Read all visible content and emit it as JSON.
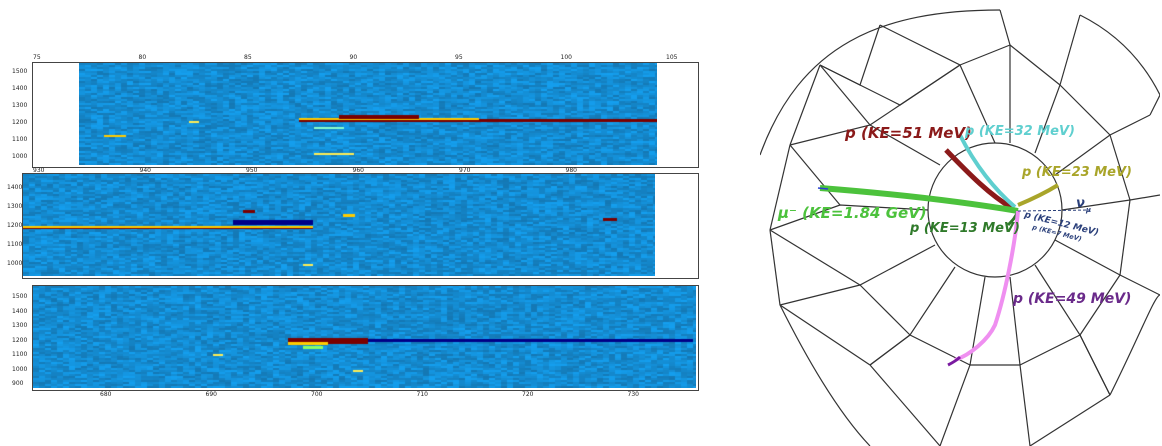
{
  "panels": [
    {
      "x_ticks": [
        "75",
        "80",
        "85",
        "90",
        "95",
        "100",
        "105"
      ],
      "x_ticks_bottom": [
        "930",
        "940",
        "950",
        "960",
        "970",
        "980"
      ],
      "y_ticks": [
        "1500",
        "1400",
        "1300",
        "1200",
        "1100",
        "1000"
      ]
    },
    {
      "y_ticks": [
        "1400",
        "1300",
        "1200",
        "1100",
        "1000"
      ]
    },
    {
      "x_ticks": [
        "680",
        "690",
        "700",
        "710",
        "720",
        "730"
      ],
      "y_ticks": [
        "1500",
        "1400",
        "1300",
        "1200",
        "1100",
        "1000",
        "900"
      ]
    }
  ],
  "tracks": {
    "proton_51": "p (KE=51 MeV)",
    "proton_32": "p (KE=32 MeV)",
    "proton_23": "p (KE=23 MeV)",
    "muon": "μ⁻ (KE=1.84 GeV)",
    "proton_13": "p (KE=13 MeV)",
    "proton_12": "p (KE=12 MeV)",
    "proton_7": "p (KE=7 MeV)",
    "proton_49": "p (KE=49 MeV)",
    "neutrino": "ν",
    "neutrino_sub": "μ"
  },
  "colors": {
    "heat_bg": "#1e8fd8",
    "proton_51": "#8b1a1a",
    "proton_32": "#5fcfcf",
    "proton_23": "#a9a52a",
    "muon": "#4cc23c",
    "proton_13": "#2f7a2a",
    "proton_12": "#2a3f7a",
    "proton_49": "#ef8ff0",
    "proton_49_label": "#6a2a8a",
    "wire": "#333333"
  }
}
